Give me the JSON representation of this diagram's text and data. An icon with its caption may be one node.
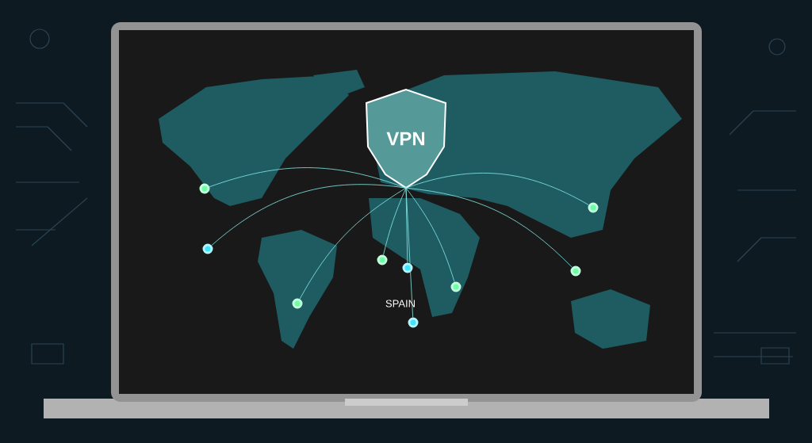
{
  "diagram": {
    "nodes": [
      {
        "text": [
          "VPN"
        ]
      },
      {
        "text": [],
        "shape": "circle"
      },
      {
        "text": [],
        "shape": "circle"
      },
      {
        "text": [],
        "shape": "circle"
      },
      {
        "text": [],
        "shape": "circle"
      },
      {
        "text": [],
        "shape": "circle"
      },
      {
        "text": [],
        "shape": "circle"
      },
      {
        "text": [],
        "shape": "circle"
      },
      {
        "text": [],
        "shape": "circle"
      },
      {
        "text": [],
        "shape": "circle"
      }
    ],
    "edges": [
      {
        "from": 0,
        "to": 1,
        "arrow": "none"
      },
      {
        "from": 0,
        "to": 2,
        "arrow": "none"
      },
      {
        "from": 0,
        "to": 3,
        "arrow": "none"
      },
      {
        "from": 0,
        "to": 4,
        "arrow": "none"
      },
      {
        "from": 0,
        "to": 5,
        "arrow": "none"
      },
      {
        "from": 0,
        "to": 6,
        "arrow": "none"
      },
      {
        "from": 0,
        "to": 7,
        "arrow": "none"
      },
      {
        "from": 0,
        "to": 8,
        "arrow": "none"
      },
      {
        "from": 0,
        "to": 9,
        "arrow": "none"
      }
    ],
    "labels": [
      "SPAIN"
    ]
  }
}
